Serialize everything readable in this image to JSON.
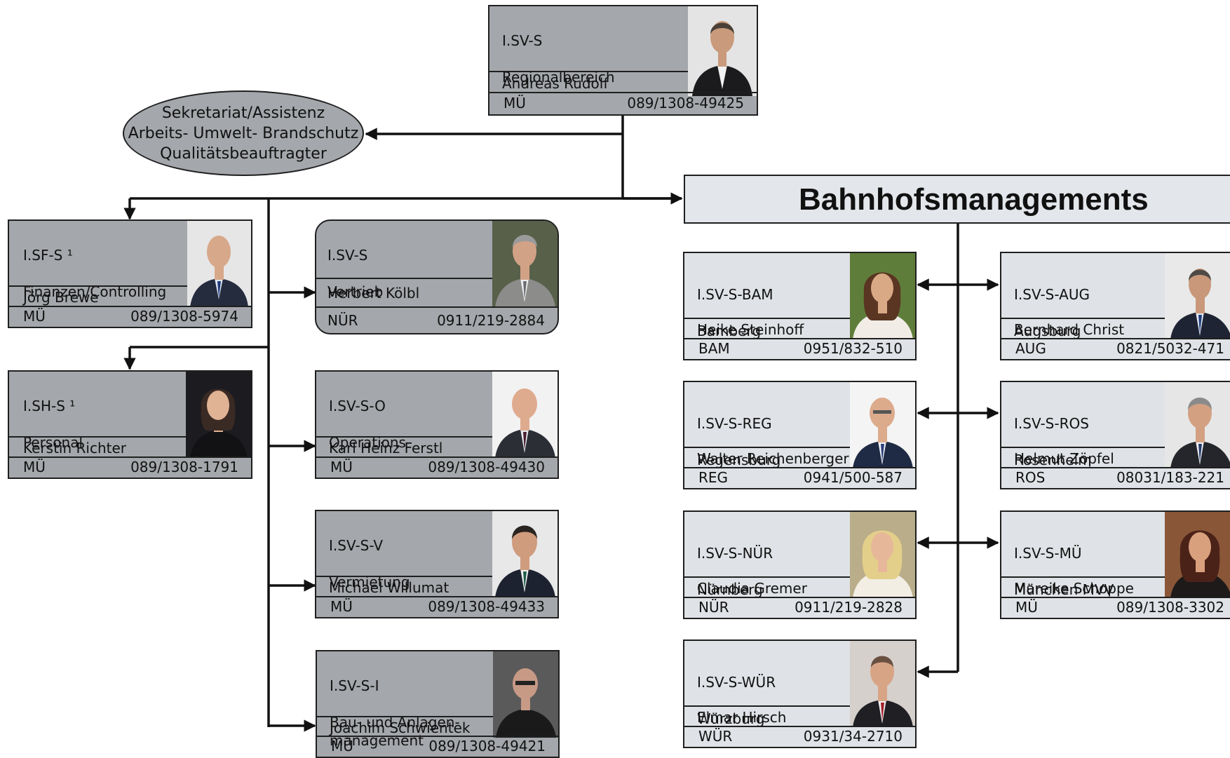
{
  "colors": {
    "card_grey": "#a4a7ab",
    "card_light": "#dfe2e6",
    "line": "#1f1f1f"
  },
  "top": {
    "code": "I.SV-S",
    "unit": "Regionalbereich",
    "name": "Andreas Rudolf",
    "loc": "MÜ",
    "phone": "089/1308-49425"
  },
  "staff": {
    "line1": "Sekretariat/Assistenz",
    "line2": "Arbeits- Umwelt- Brandschutz",
    "line3": "Qualitätsbeauftragter"
  },
  "banner": {
    "title": "Bahnhofsmanagements"
  },
  "left": [
    {
      "code": "I.SF-S ¹",
      "unit": "Finanzen/Controlling",
      "name": "Jörg Brewe",
      "loc": "MÜ",
      "phone": "089/1308-5974"
    },
    {
      "code": "I.SH-S ¹",
      "unit": "Personal",
      "name": "Kerstin Richter",
      "loc": "MÜ",
      "phone": "089/1308-1791"
    }
  ],
  "middle": [
    {
      "code": "I.SV-S",
      "unit": "Vertrieb",
      "name": "Herbert Kölbl",
      "loc": "NÜR",
      "phone": "0911/219-2884"
    },
    {
      "code": "I.SV-S-O",
      "unit": "Operations",
      "name": "Karl Heinz Ferstl",
      "loc": "MÜ",
      "phone": "089/1308-49430"
    },
    {
      "code": "I.SV-S-V",
      "unit": "Vermietung",
      "name": "Michael Willumat",
      "loc": "MÜ",
      "phone": "089/1308-49433"
    },
    {
      "code": "I.SV-S-I",
      "unit": "Bau- und Anlagen-\nmanagement",
      "name": "Joachim Schwientek",
      "loc": "MÜ",
      "phone": "089/1308-49421"
    }
  ],
  "stations": [
    {
      "code": "I.SV-S-BAM",
      "unit": "Bamberg",
      "name": "Heike Steinhoff",
      "loc": "BAM",
      "phone": "0951/832-510"
    },
    {
      "code": "I.SV-S-AUG",
      "unit": "Augsburg",
      "name": "Bernhard Christ",
      "loc": "AUG",
      "phone": "0821/5032-471"
    },
    {
      "code": "I.SV-S-REG",
      "unit": "Regensburg",
      "name": "Walter Reichenberger",
      "loc": "REG",
      "phone": "0941/500-587"
    },
    {
      "code": "I.SV-S-ROS",
      "unit": "Rosenheim",
      "name": "Helmut Zöpfel",
      "loc": "ROS",
      "phone": "08031/183-221"
    },
    {
      "code": "I.SV-S-NÜR",
      "unit": "Nürnberg",
      "name": "Claudia Gremer",
      "loc": "NÜR",
      "phone": "0911/219-2828"
    },
    {
      "code": "I.SV-S-MÜ",
      "unit": "München MVV",
      "name": "Mareike Schoppe",
      "loc": "MÜ",
      "phone": "089/1308-3302"
    },
    {
      "code": "I.SV-S-WÜR",
      "unit": "Würzburg",
      "name": "Elmar Hirsch",
      "loc": "WÜR",
      "phone": "0931/34-2710"
    }
  ]
}
